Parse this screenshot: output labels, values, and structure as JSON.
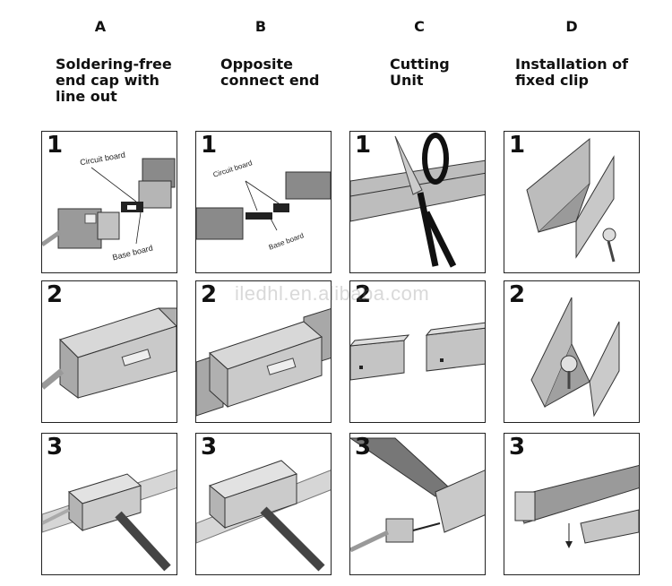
{
  "columns": [
    {
      "letter": "A",
      "title": "Soldering-free\nend cap with\nline out"
    },
    {
      "letter": "B",
      "title": "Opposite\nconnect end"
    },
    {
      "letter": "C",
      "title": "Cutting\nUnit"
    },
    {
      "letter": "D",
      "title": "Installation of\nfixed clip"
    }
  ],
  "steps": [
    "1",
    "2",
    "3"
  ],
  "labels": {
    "a1_circuit": "Circuit board",
    "a1_base": "Base board",
    "b1_circuit": "Circuit board",
    "b1_base": "Base board"
  },
  "watermark": "iledhl.en.alibaba.com"
}
